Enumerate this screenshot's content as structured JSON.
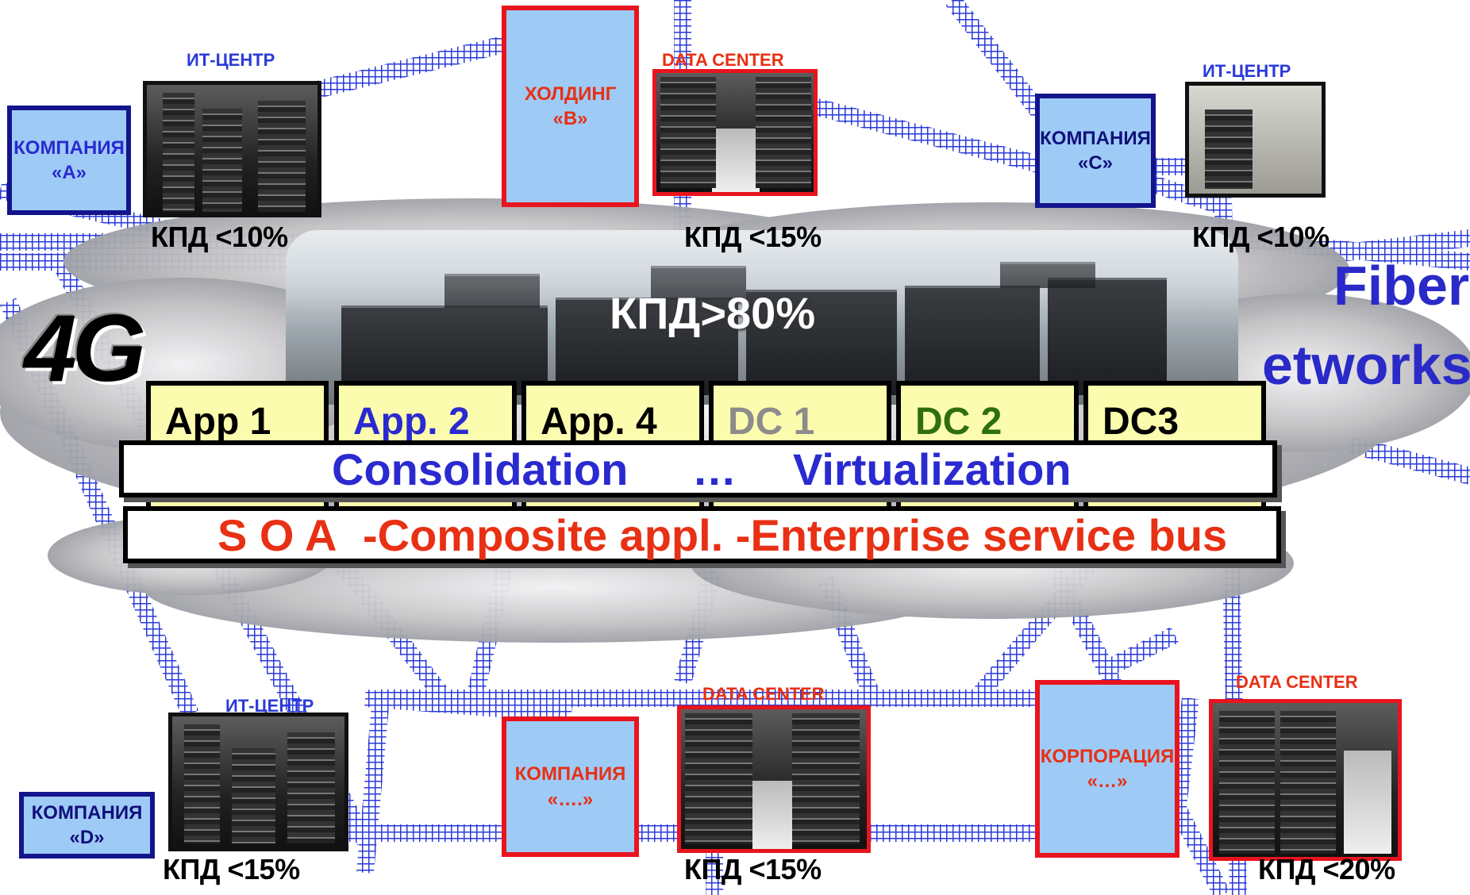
{
  "companies": {
    "a": {
      "label": "КОМПАНИЯ\n«А»"
    },
    "c": {
      "label": "КОМПАНИЯ\n«С»"
    },
    "d": {
      "label": "КОМПАНИЯ\n«D»"
    },
    "holding_b": {
      "label": "ХОЛДИНГ «В»"
    },
    "kompania_dots": {
      "label": "КОМПАНИЯ\n«….»"
    },
    "corporation": {
      "label": "КОРПОРАЦИЯ\n«…»"
    }
  },
  "centers": {
    "it_center_a": "ИТ-ЦЕНТР",
    "data_center_b": "DATA CENTER",
    "it_center_c": "ИТ-ЦЕНТР",
    "it_center_d": "ИТ-ЦЕНТР",
    "data_center_bottom_mid": "DATA CENTER",
    "data_center_bottom_right": "DATA CENTER"
  },
  "efficiency": {
    "a": "КПД <10%",
    "b": "КПД <15%",
    "c": "КПД <10%",
    "d": "КПД <15%",
    "bottom_mid": "КПД <15%",
    "bottom_right": "КПД <20%",
    "center": "КПД>80%"
  },
  "overlay": {
    "g4": "4G",
    "fiber_line1": "Fiber",
    "fiber_line2": "etworks"
  },
  "apps": [
    {
      "label": "App 1",
      "color": "#000000"
    },
    {
      "label": "App. 2",
      "color": "#2a2ad0"
    },
    {
      "label": "App. 4",
      "color": "#000000"
    },
    {
      "label": "DC 1",
      "color": "#8c8c8c"
    },
    {
      "label": "DC 2",
      "color": "#2e6e10"
    },
    {
      "label": "DC3",
      "color": "#000000"
    }
  ],
  "bars": {
    "consolidation": "Consolidation",
    "ellipsis": "…",
    "virtualization": "Virtualization",
    "soa": "S O A",
    "composite": "-Composite appl. -Enterprise service bus"
  },
  "colors": {
    "mesh_blue": "#2a3ad8",
    "company_fill": "#9ecbf6",
    "border_navy": "#14148c",
    "border_red": "#e8141e",
    "soa_red": "#e83014"
  }
}
